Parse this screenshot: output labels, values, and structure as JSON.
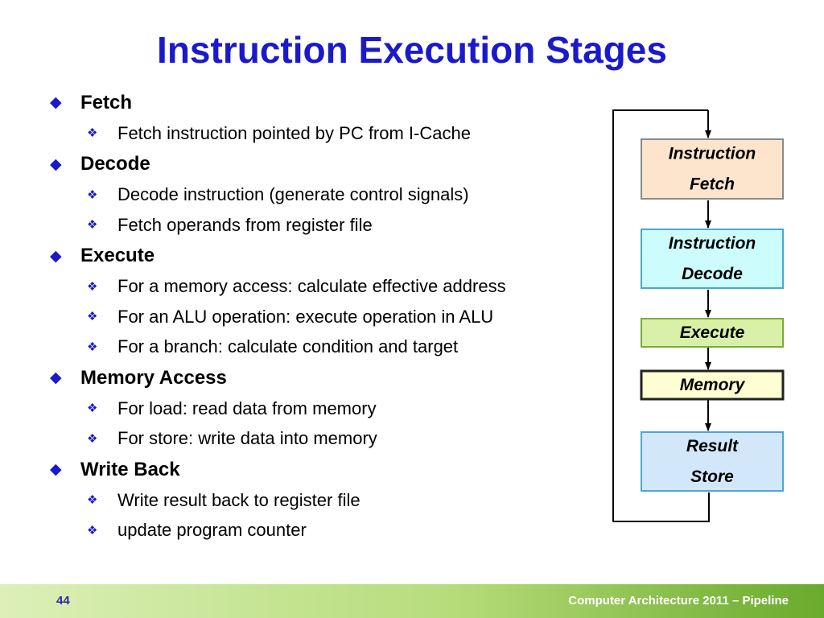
{
  "slide": {
    "title": "Instruction Execution Stages",
    "stages": [
      {
        "name": "Fetch",
        "details": [
          "Fetch instruction pointed by PC from I-Cache"
        ]
      },
      {
        "name": "Decode",
        "details": [
          "Decode instruction (generate control signals)",
          "Fetch operands from register file"
        ]
      },
      {
        "name": "Execute",
        "details": [
          "For a memory access: calculate effective address",
          "For an ALU operation: execute operation in ALU",
          "For a branch: calculate condition and target"
        ]
      },
      {
        "name": "Memory Access",
        "details": [
          "For load: read data from memory",
          "For store: write data into memory"
        ]
      },
      {
        "name": "Write Back",
        "details": [
          "Write result back to register file",
          "update program counter"
        ]
      }
    ]
  },
  "diagram": {
    "boxes": [
      {
        "lines": [
          "Instruction",
          "Fetch"
        ],
        "fill": "#fde4cc",
        "border": "#8a8a8a"
      },
      {
        "lines": [
          "Instruction",
          "Decode"
        ],
        "fill": "#ccfcfc",
        "border": "#4aa8d0"
      },
      {
        "lines": [
          "Execute"
        ],
        "fill": "#d8f0a8",
        "border": "#7aaa3a"
      },
      {
        "lines": [
          "Memory"
        ],
        "fill": "#fefed2",
        "border": "#222222"
      },
      {
        "lines": [
          "Result",
          "Store"
        ],
        "fill": "#d2e8fa",
        "border": "#4aa8d0"
      }
    ]
  },
  "footer": {
    "page_number": "44",
    "text": "Computer Architecture 2011 – Pipeline"
  },
  "colors": {
    "title": "#1a1acc",
    "bullet": "#1a1acc",
    "footer_start": "#dcf0b8",
    "footer_end": "#6aaa2c"
  },
  "icons": {
    "level1_bullet": "diamond-bullet-icon",
    "level2_bullet": "four-diamond-bullet-icon"
  }
}
